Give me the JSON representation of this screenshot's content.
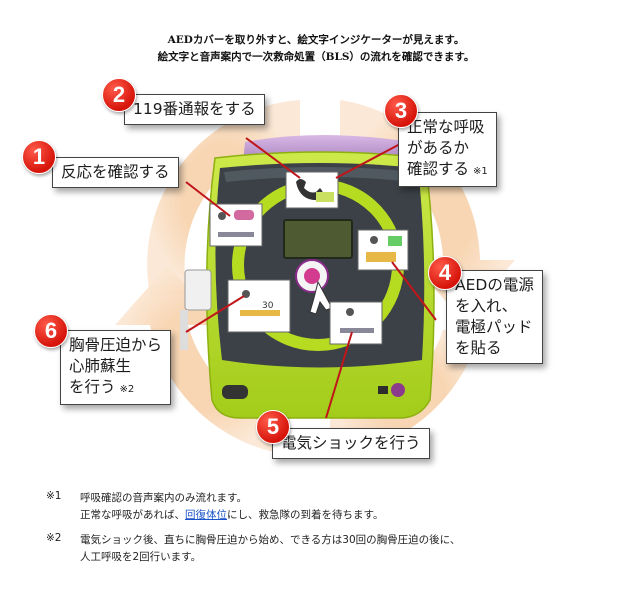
{
  "header": {
    "line1": "AEDカバーを取り外すと、絵文字インジケーターが見えます。",
    "line2": "絵文字と音声案内で一次救命処置（BLS）の流れを確認できます。"
  },
  "steps": [
    {
      "num": "1",
      "lines": [
        "反応を確認する"
      ],
      "note": ""
    },
    {
      "num": "2",
      "lines": [
        "119番通報をする"
      ],
      "note": ""
    },
    {
      "num": "3",
      "lines": [
        "正常な呼吸",
        "があるか",
        "確認する"
      ],
      "note": "※1"
    },
    {
      "num": "4",
      "lines": [
        "AEDの電源",
        "を入れ、",
        "電極パッド",
        "を貼る"
      ],
      "note": ""
    },
    {
      "num": "5",
      "lines": [
        "電気ショックを行う"
      ],
      "note": ""
    },
    {
      "num": "6",
      "lines": [
        "胸骨圧迫から",
        "心肺蘇生",
        "を行う"
      ],
      "note": "※2"
    }
  ],
  "device": {
    "pad_label": "30"
  },
  "footnotes": {
    "n1_mark": "※1",
    "n1_line1": "呼吸確認の音声案内のみ流れます。",
    "n1_line2_pre": "正常な呼吸があれば、",
    "n1_link": "回復体位",
    "n1_line2_post": "にし、救急隊の到着を待ちます。",
    "n2_mark": "※2",
    "n2_line1": "電気ショック後、直ちに胸骨圧迫から始め、できる方は30回の胸骨圧迫の後に、",
    "n2_line2": "人工呼吸を2回行います。"
  },
  "colors": {
    "arrow": "#f7d7b5",
    "device_green": "#b6dc22",
    "panel_dark": "#3b4147",
    "number_red": "#e0241a",
    "screen": "#4d5a32"
  }
}
